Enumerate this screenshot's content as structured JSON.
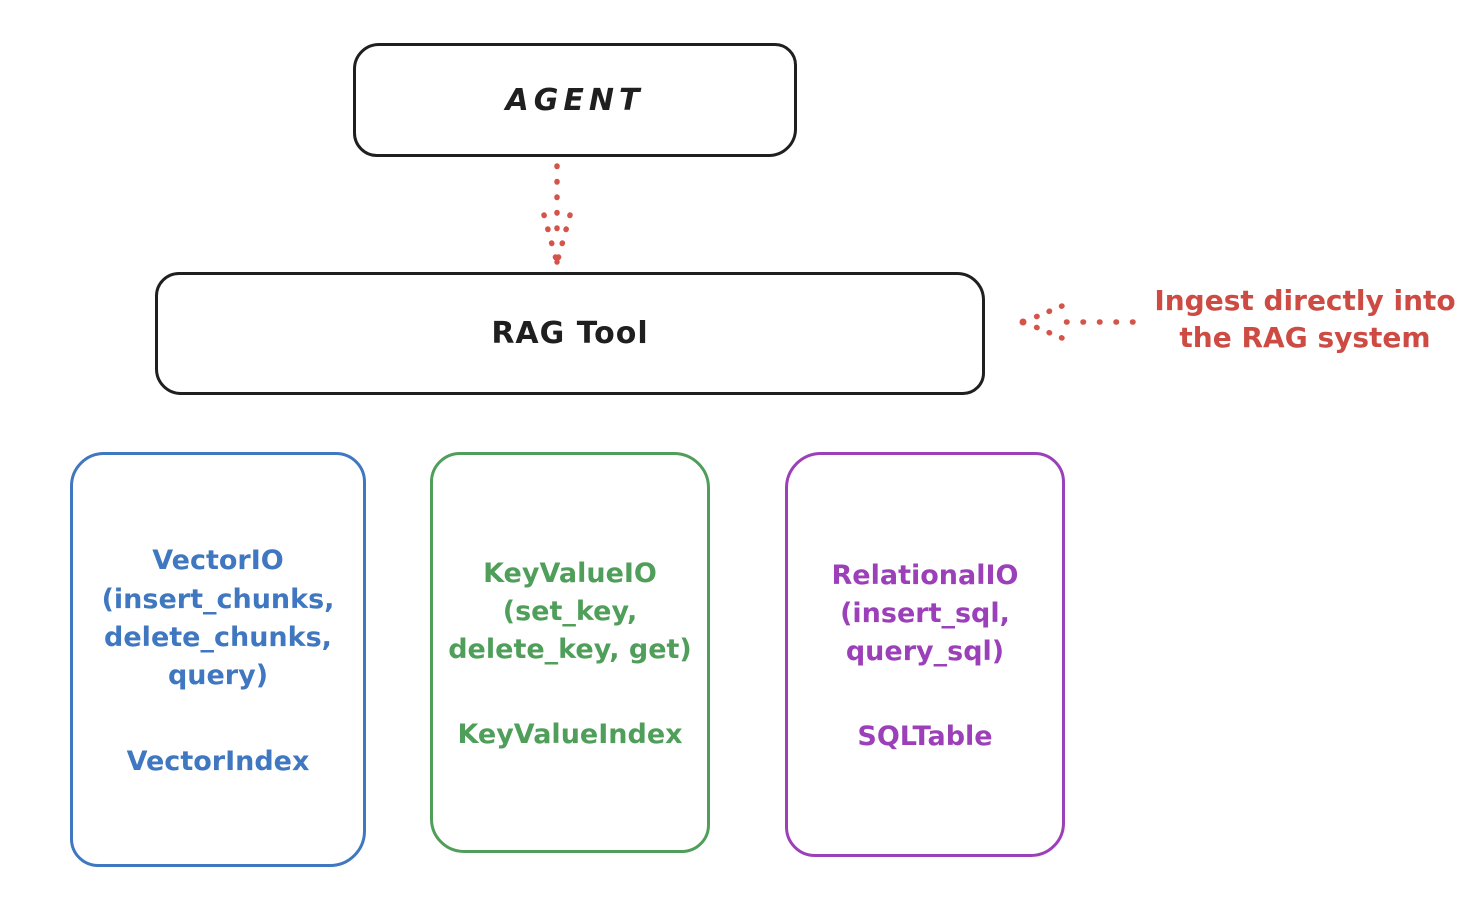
{
  "diagram": {
    "agent": {
      "label": "AGENT"
    },
    "rag_tool": {
      "label": "RAG Tool"
    },
    "annotation": {
      "text": "Ingest directly into\nthe RAG system",
      "color": "#cd4b42"
    },
    "storage_boxes": [
      {
        "id": "vector-io",
        "color": "#3f77c0",
        "io_label": "VectorIO\n(insert_chunks,\ndelete_chunks,\nquery)",
        "index_label": "VectorIndex"
      },
      {
        "id": "keyvalue-io",
        "color": "#4f9f5a",
        "io_label": "KeyValueIO\n(set_key,\ndelete_key, get)",
        "index_label": "KeyValueIndex"
      },
      {
        "id": "relational-io",
        "color": "#9c40ba",
        "io_label": "RelationalIO\n(insert_sql,\nquery_sql)",
        "index_label": "SQLTable"
      }
    ],
    "colors": {
      "outline": "#1f1f1f",
      "arrow": "#cd4b42",
      "background": "#ffffff"
    }
  }
}
